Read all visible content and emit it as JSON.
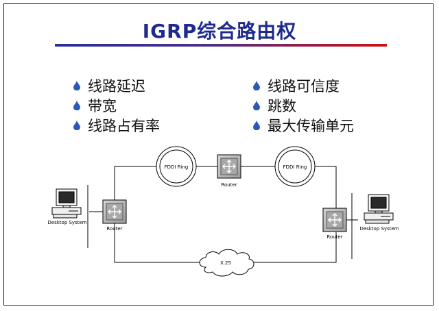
{
  "slide": {
    "title": "IGRP综合路由权",
    "bullets_left": [
      "线路延迟",
      "带宽",
      "线路占有率"
    ],
    "bullets_right": [
      "线路可信度",
      "跳数",
      "最大传输单元"
    ]
  },
  "diagram": {
    "ring_label": "FDDI Ring",
    "router_label": "Router",
    "cloud_label": "X.25",
    "desktop_label": "Desktop System"
  },
  "colors": {
    "title": "#1e2a8c",
    "rule_blue": "#2a2f9a",
    "rule_red": "#d01010",
    "bullet_drop": "#2e58b8",
    "router_fill": "#b4b4b4"
  }
}
